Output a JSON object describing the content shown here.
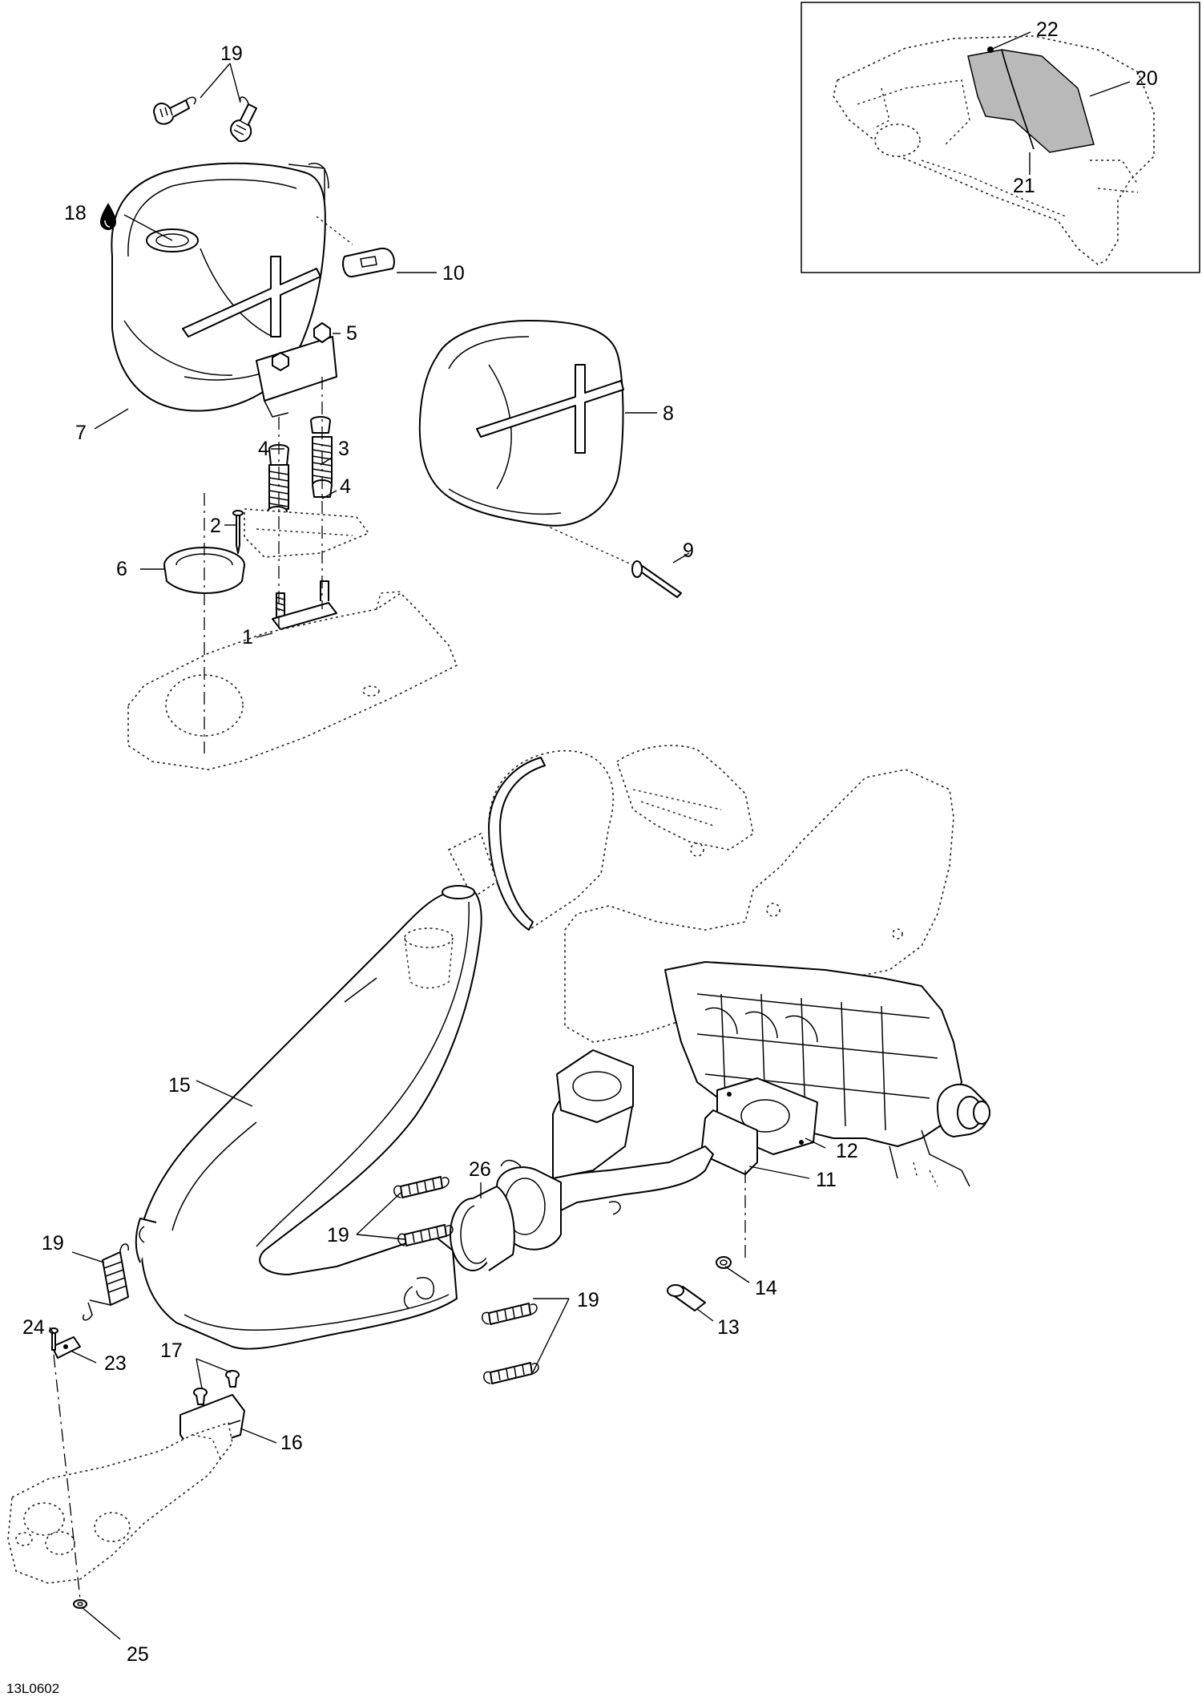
{
  "callouts": {
    "c1": "1",
    "c2": "2",
    "c3": "3",
    "c4a": "4",
    "c4b": "4",
    "c5": "5",
    "c6": "6",
    "c7": "7",
    "c8": "8",
    "c9": "9",
    "c10": "10",
    "c11": "11",
    "c12": "12",
    "c13": "13",
    "c14": "14",
    "c15": "15",
    "c16": "16",
    "c17": "17",
    "c18": "18",
    "c19a": "19",
    "c19b": "19",
    "c19c": "19",
    "c19d": "19",
    "c20": "20",
    "c21": "21",
    "c22": "22",
    "c23": "23",
    "c24": "24",
    "c25": "25",
    "c26": "26"
  },
  "reference_code": "13L0602",
  "icons": {
    "lubricant": "oil-drop-icon"
  }
}
